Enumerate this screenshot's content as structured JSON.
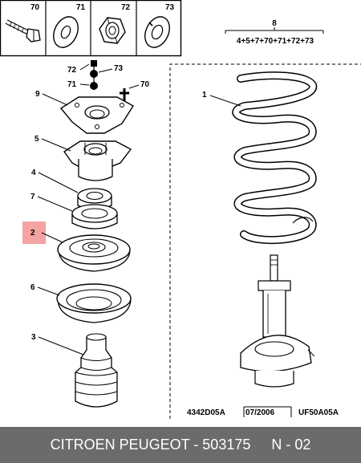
{
  "kit_table": {
    "cells": [
      {
        "num": "70",
        "icon": "bolt-icon"
      },
      {
        "num": "71",
        "icon": "washer-icon"
      },
      {
        "num": "72",
        "icon": "hex-nut-icon"
      },
      {
        "num": "73",
        "icon": "lock-washer-icon"
      }
    ]
  },
  "kit_formula": {
    "number": "8",
    "text": "4+5+7+70+71+72+73"
  },
  "callouts": {
    "p72": "72",
    "p73": "73",
    "p71": "71",
    "p70": "70",
    "p9": "9",
    "p5": "5",
    "p4": "4",
    "p7": "7",
    "p2": "2",
    "p6": "6",
    "p3": "3",
    "p1": "1"
  },
  "highlight_color": "#f4a3a3",
  "refs": {
    "left": "4342D05A",
    "date": "07/2006",
    "right": "UF50A05A"
  },
  "footer": {
    "brand": "CITROEN PEUGEOT - 503175",
    "page": "N - 02"
  }
}
